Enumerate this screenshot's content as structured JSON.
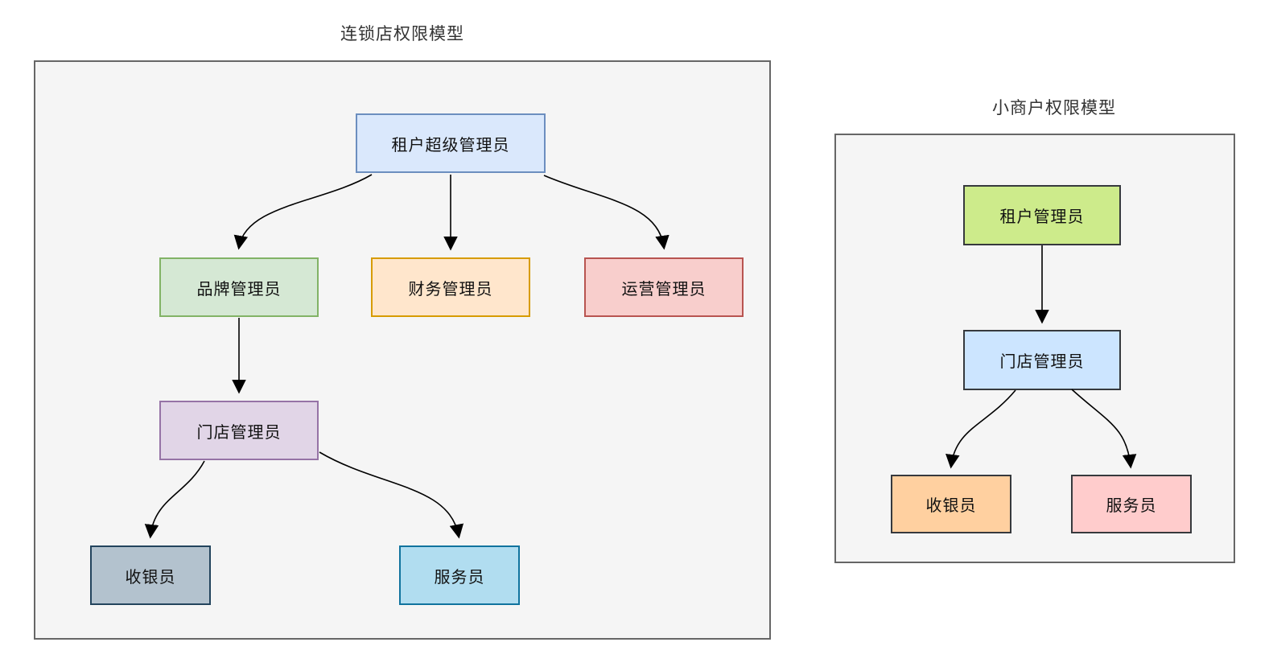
{
  "diagrams": [
    {
      "title": "连锁店权限模型",
      "nodes": [
        {
          "id": "tenant-super-admin",
          "label": "租户超级管理员",
          "fill": "#dae8fc",
          "stroke": "#6c8ebf"
        },
        {
          "id": "brand-admin",
          "label": "品牌管理员",
          "fill": "#d5e8d4",
          "stroke": "#82b366"
        },
        {
          "id": "finance-admin",
          "label": "财务管理员",
          "fill": "#ffe6cc",
          "stroke": "#d79b00"
        },
        {
          "id": "operations-admin",
          "label": "运营管理员",
          "fill": "#f8cecc",
          "stroke": "#b85450"
        },
        {
          "id": "store-admin",
          "label": "门店管理员",
          "fill": "#e1d5e7",
          "stroke": "#9673a6"
        },
        {
          "id": "cashier",
          "label": "收银员",
          "fill": "#b3c2ce",
          "stroke": "#23445d"
        },
        {
          "id": "waiter",
          "label": "服务员",
          "fill": "#b1ddf0",
          "stroke": "#10739e"
        }
      ],
      "edges": [
        {
          "from": "tenant-super-admin",
          "to": "brand-admin"
        },
        {
          "from": "tenant-super-admin",
          "to": "finance-admin"
        },
        {
          "from": "tenant-super-admin",
          "to": "operations-admin"
        },
        {
          "from": "brand-admin",
          "to": "store-admin"
        },
        {
          "from": "store-admin",
          "to": "cashier"
        },
        {
          "from": "store-admin",
          "to": "waiter"
        }
      ]
    },
    {
      "title": "小商户权限模型",
      "nodes": [
        {
          "id": "tenant-admin",
          "label": "租户管理员",
          "fill": "#cdeb8b",
          "stroke": "#36393d"
        },
        {
          "id": "store-admin",
          "label": "门店管理员",
          "fill": "#cce5ff",
          "stroke": "#36393d"
        },
        {
          "id": "cashier",
          "label": "收银员",
          "fill": "#ffd0a0",
          "stroke": "#36393d"
        },
        {
          "id": "waiter",
          "label": "服务员",
          "fill": "#ffcccc",
          "stroke": "#36393d"
        }
      ],
      "edges": [
        {
          "from": "tenant-admin",
          "to": "store-admin"
        },
        {
          "from": "store-admin",
          "to": "cashier"
        },
        {
          "from": "store-admin",
          "to": "waiter"
        }
      ]
    }
  ],
  "colors": {
    "canvas_bg": "#ffffff",
    "container_bg": "#f5f5f5",
    "container_border": "#666666",
    "edge": "#000000"
  }
}
